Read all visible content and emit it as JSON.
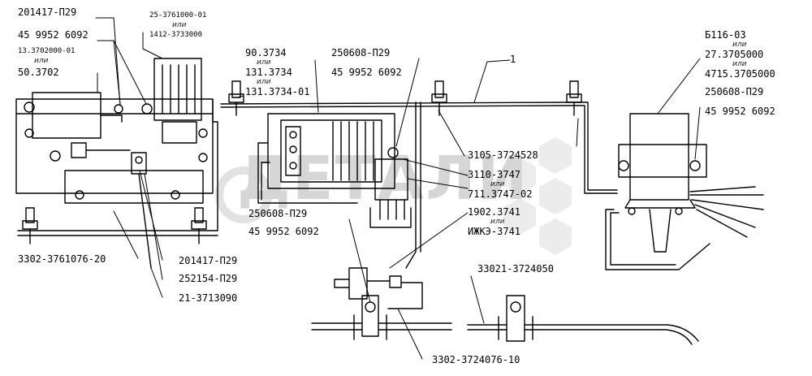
{
  "watermark": "ДЕТАЛИ",
  "ili": "или",
  "labels": {
    "p201417_top": "201417-П29",
    "p45_left": "45 9952 6092",
    "p13_3702": "13.3702000-01",
    "p50_3702": "50.3702",
    "p25_3761": "25-3761000-01",
    "p1412": "1412-3733000",
    "p90_3734": "90.3734",
    "p131_3734": "131.3734",
    "p131_3734_01": "131.3734-01",
    "p250608_mid": "250608-П29",
    "p45_mid": "45 9952 6092",
    "p1": "1",
    "pB116": "Б116-03",
    "p27_3705": "27.3705000",
    "p4715": "4715.3705000",
    "p250608_right": "250608-П29",
    "p45_right": "45 9952 6092",
    "p3105": "3105-3724528",
    "p3110": "3110-3747",
    "p711": "711.3747-02",
    "p1902": "1902.3741",
    "pIZhKE": "ИЖКЭ-3741",
    "p250608_low": "250608-П29",
    "p45_low": "45 9952 6092",
    "p33021": "33021-3724050",
    "p3302_3761076": "3302-3761076-20",
    "p201417_bot": "201417-П29",
    "p252154": "252154-П29",
    "p21_3713090": "21-3713090",
    "p3302_3724076": "3302-3724076-10"
  }
}
